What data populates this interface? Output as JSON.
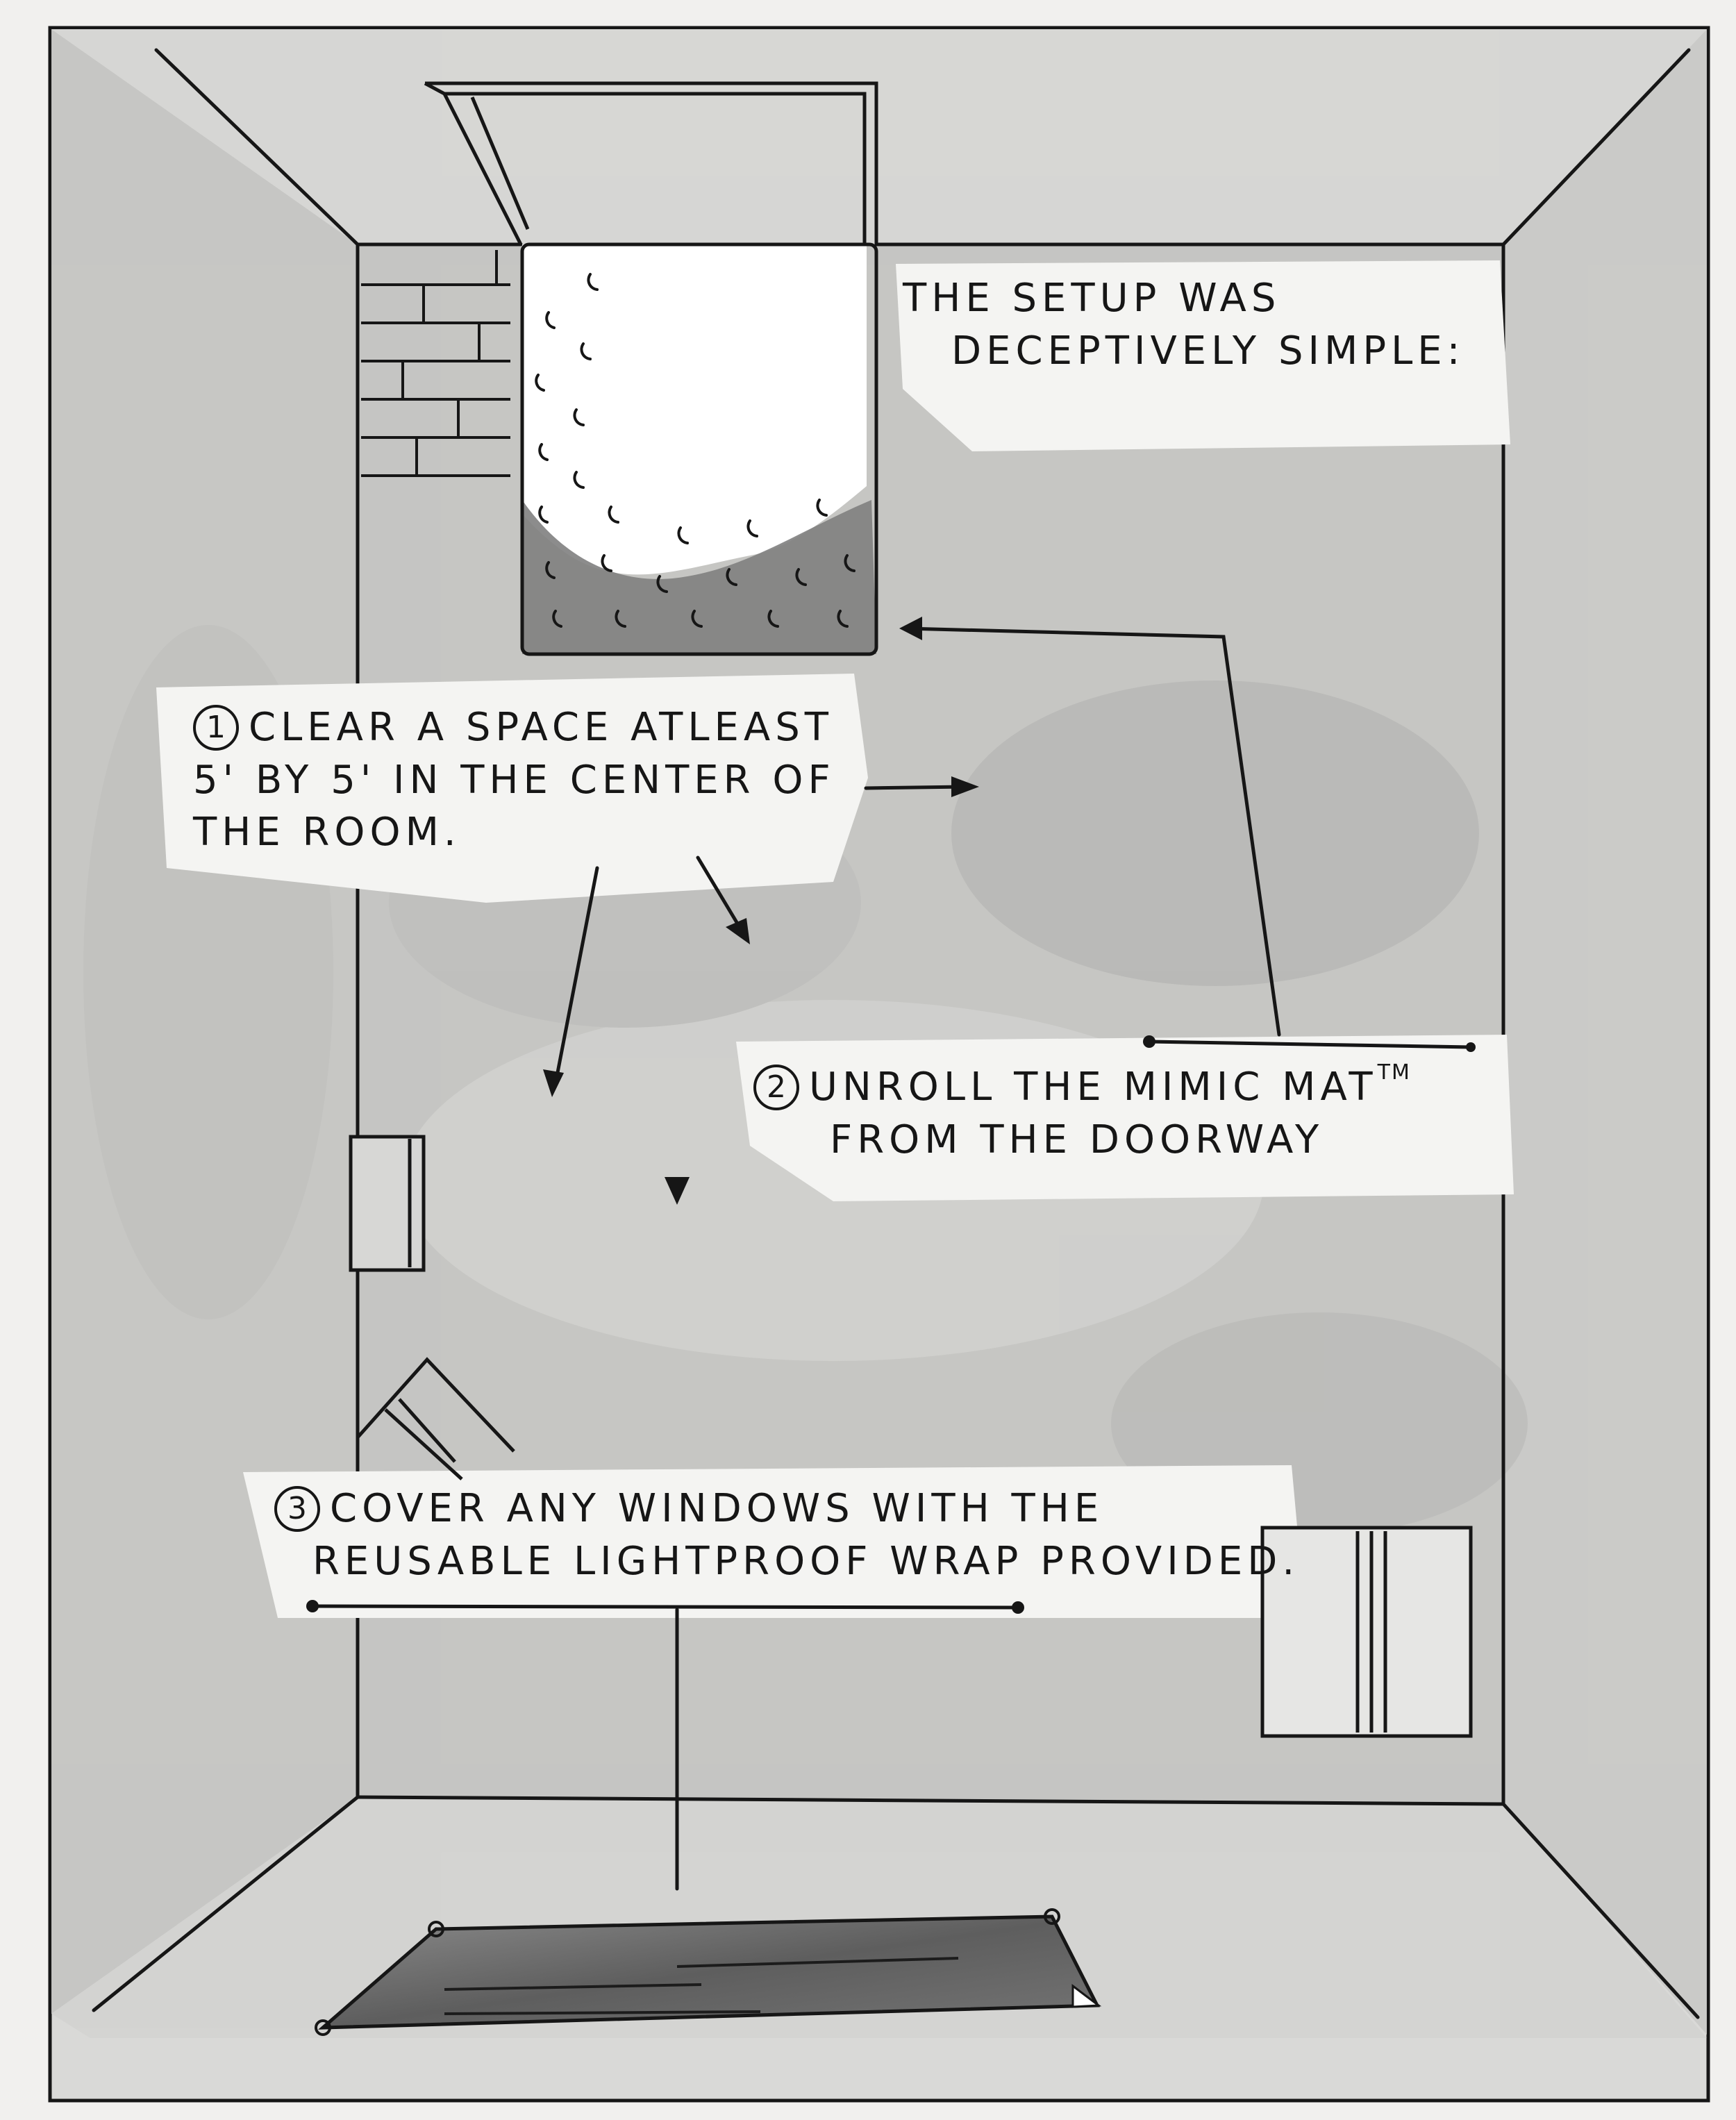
{
  "intro": {
    "line1": "The Setup was",
    "line2": "Deceptively simple:"
  },
  "steps": [
    {
      "number": "1",
      "line1": "Clear a space atleast",
      "line2": "5' by 5' in the center of",
      "line3": "the room."
    },
    {
      "number": "2",
      "line1": "Unroll the Mimic Mat",
      "trademark": "TM",
      "line2": "from the doorway"
    },
    {
      "number": "3",
      "line1": "Cover any windows with the",
      "line2": "reusable lightproof wrap provided."
    }
  ],
  "colors": {
    "ink": "#161616",
    "wash": "#b4b4b4",
    "paper": "#f1f0ee",
    "mat": "#6e6e6e"
  }
}
